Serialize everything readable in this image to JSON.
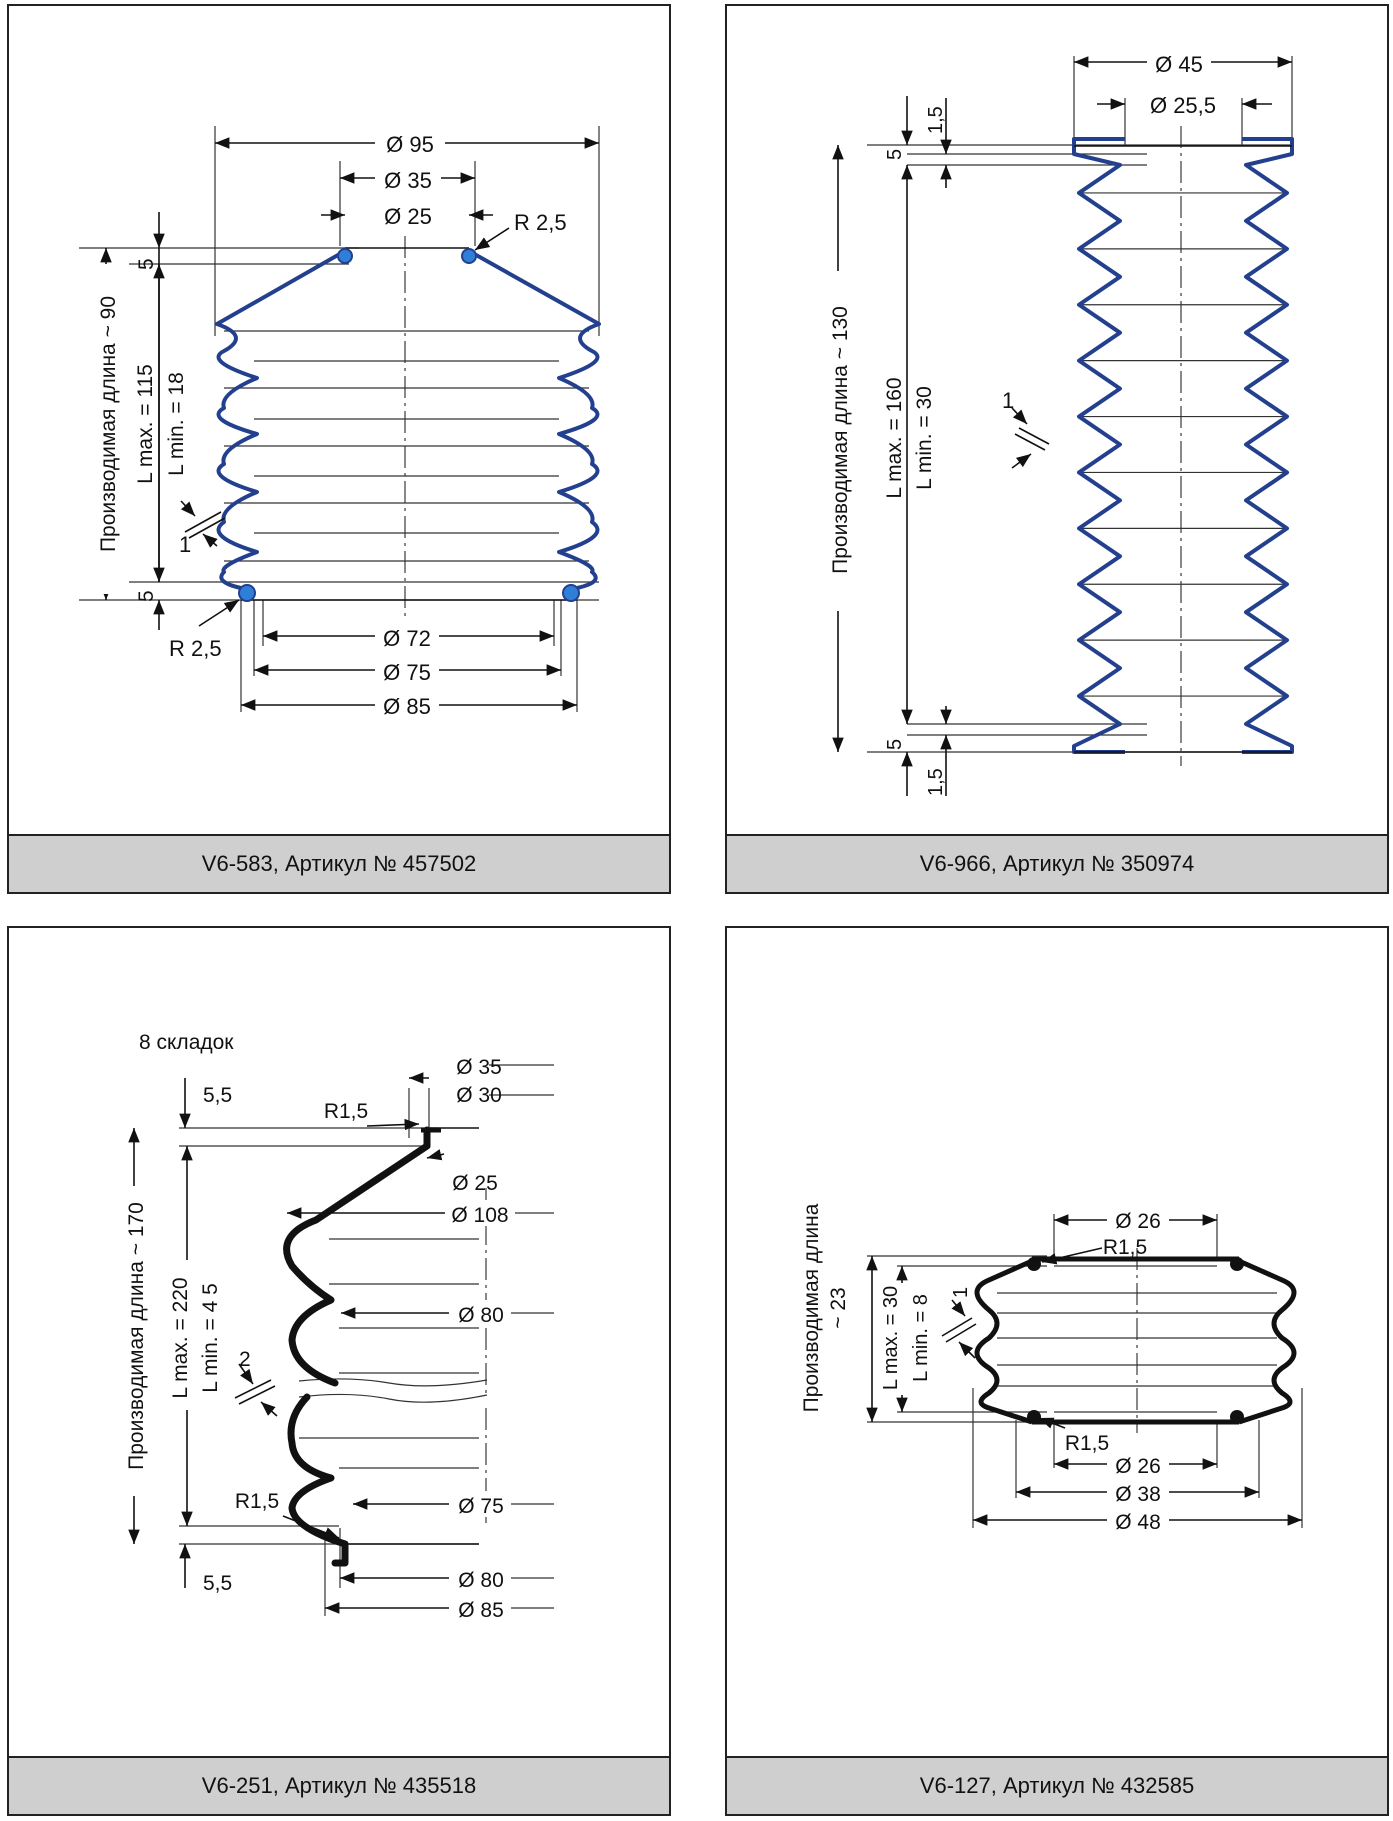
{
  "colors": {
    "blue_outline": "#23408f",
    "blue_fill": "#2f7fd8",
    "caption_bg": "#cfcfcf"
  },
  "panels": [
    {
      "caption": "V6-583, Артикул № 457502",
      "labels": {
        "d95": "Ø 95",
        "d35": "Ø 35",
        "d25": "Ø 25",
        "r_top": "R 2,5",
        "h5_top": "5",
        "h5_bot": "5",
        "vert": "Производимая длина ~ 90",
        "lmax": "L max. = 115",
        "lmin": "L min. = 18",
        "wall": "1",
        "r_bot": "R 2,5",
        "d72": "Ø 72",
        "d75": "Ø 75",
        "d85": "Ø 85"
      }
    },
    {
      "caption": "V6-966, Артикул № 350974",
      "labels": {
        "d45": "Ø 45",
        "d255": "Ø 25,5",
        "t15_top": "1,5",
        "t5_top": "5",
        "vert": "Производимая длина ~ 130",
        "lmax": "L max. = 160",
        "lmin": "L min. = 30",
        "wall": "1",
        "t5_bot": "5",
        "t15_bot": "1,5"
      }
    },
    {
      "caption": "V6-251, Артикул № 435518",
      "labels": {
        "folds": "8 складок",
        "h55_top": "5,5",
        "r15_top": "R1,5",
        "d35": "Ø 35",
        "d30": "Ø 30",
        "d25": "Ø 25",
        "d108": "Ø 108",
        "d80a": "Ø 80",
        "wall": "2",
        "vert": "Производимая длина ~ 170",
        "lmax": "L max. = 220",
        "lmin": "L min. = 4 5",
        "r15_bot": "R1,5",
        "d75": "Ø 75",
        "h55_bot": "5,5",
        "d80b": "Ø 80",
        "d85": "Ø 85"
      }
    },
    {
      "caption": "V6-127, Артикул № 432585",
      "labels": {
        "vert1": "Производимая длина",
        "vert2": "~ 23",
        "d26_top": "Ø 26",
        "r15_top": "R1,5",
        "lmax": "L max. = 30",
        "lmin": "L min. = 8",
        "wall": "1",
        "r15_bot": "R1,5",
        "d26_bot": "Ø 26",
        "d38": "Ø 38",
        "d48": "Ø 48"
      }
    }
  ]
}
